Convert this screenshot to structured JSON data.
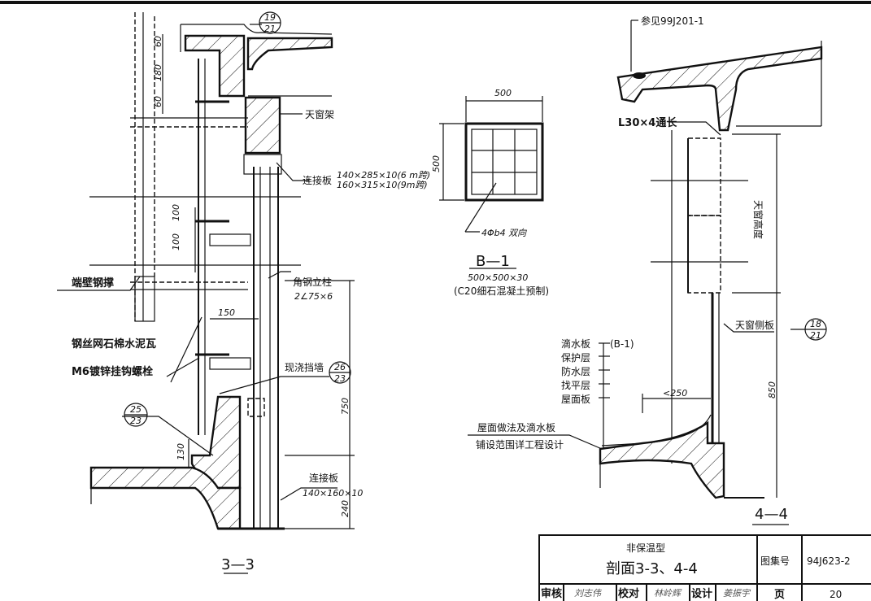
{
  "section_3_3": {
    "title": "3—3",
    "detail_ref_top": {
      "top": "19",
      "bottom": "21"
    },
    "detail_ref_mid": {
      "top": "26",
      "bottom": "23"
    },
    "detail_ref_low": {
      "top": "25",
      "bottom": "23"
    },
    "dims": {
      "d60a": "60",
      "d180": "180",
      "d60b": "60",
      "d100a": "100",
      "d100b": "100",
      "d150": "150",
      "d130": "130",
      "d750": "750",
      "d240": "240"
    },
    "labels": {
      "skylight_frame": "天窗架",
      "connector_plate": "连接板",
      "connector_spec_6m": "140×285×10(6 m跨)",
      "connector_spec_9m": "160×315×10(9m跨)",
      "gable_truss": "端壁钢撑",
      "angle_column": "角钢立柱",
      "angle_spec": "2∠75×6",
      "asbestos_tile": "钢丝网石棉水泥瓦",
      "hook_bolt": "M6镀锌挂钩螺栓",
      "cast_wall": "现浇挡墙",
      "connector_plate_2": "连接板",
      "connector_spec_2": "140×160×10"
    }
  },
  "detail_b1": {
    "title": "B—1",
    "size": "500×500×30",
    "material": "(C20细石混凝土预制)",
    "dim_w": "500",
    "dim_h": "500",
    "rebar": "4Φb4 双向"
  },
  "section_4_4": {
    "title": "4—4",
    "ref": "参见99J201-1",
    "angle": "L30×4通长",
    "skylight_height": "天窗高度",
    "side_panel": "天窗侧板",
    "detail_ref": {
      "top": "18",
      "bottom": "21"
    },
    "layers": [
      "滴水板",
      "保护层",
      "防水层",
      "找平层",
      "屋面板"
    ],
    "layer_ref": "(B-1)",
    "dim_250": "<250",
    "dim_850": "850",
    "note_line1": "屋面做法及滴水板",
    "note_line2": "铺设范围详工程设计"
  },
  "title_block": {
    "subtitle": "非保温型",
    "title": "剖面3-3、4-4",
    "atlas_label": "图集号",
    "atlas_no": "94J623-2",
    "page_label": "页",
    "page_no": "20",
    "review_label": "审核",
    "review_sig": "刘志伟",
    "check_label": "校对",
    "check_sig": "林岭辉",
    "design_label": "设计",
    "design_sig": "姜振宇"
  }
}
